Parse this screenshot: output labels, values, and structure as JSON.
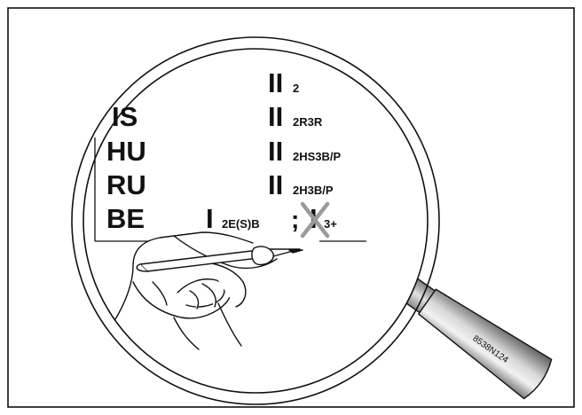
{
  "countries": [
    "IS",
    "HU",
    "RU",
    "BE"
  ],
  "categories": [
    {
      "roman": "II",
      "sub": "2"
    },
    {
      "roman": "II",
      "sub": "2R3R"
    },
    {
      "roman": "II",
      "sub": "2HS3B/P"
    },
    {
      "roman": "II",
      "sub": "2H3B/P"
    }
  ],
  "last_row": {
    "roman": "I",
    "sub": "2E(S)B",
    "separator": ";",
    "crossed_roman": "I",
    "crossed_sub": "3+"
  },
  "figure_code": "8538N124",
  "colors": {
    "ink": "#111111",
    "cross": "#9a9a9a",
    "handle_dark": "#6b6b6b",
    "handle_light": "#e6e6e6"
  },
  "icons": [
    "magnifying-glass-icon",
    "hand-with-pencil-icon",
    "cross-out-mark-icon"
  ]
}
